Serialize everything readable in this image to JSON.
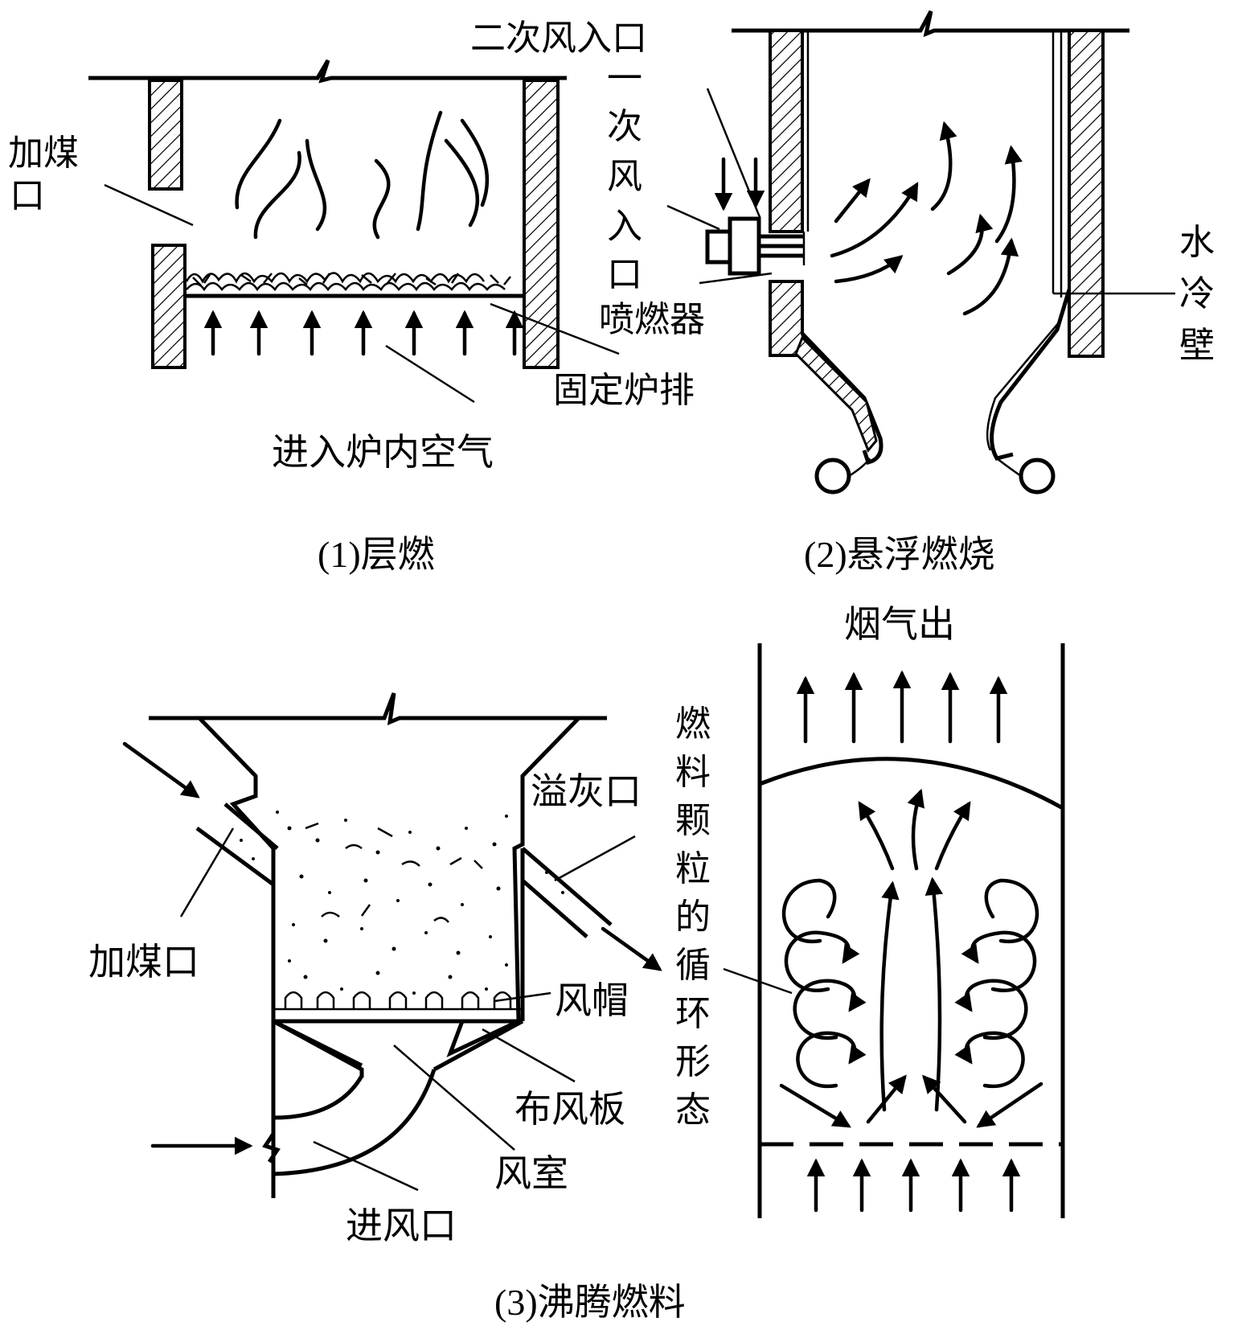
{
  "panel1": {
    "caption": "(1)层燃",
    "label_coal_inlet_line1": "加煤",
    "label_coal_inlet_line2": "口",
    "label_fixed_grate": "固定炉排",
    "label_air_in": "进入炉内空气"
  },
  "panel2": {
    "caption": "(2)悬浮燃烧",
    "label_secondary_air": "二次风入口",
    "label_primary_air": [
      "一",
      "次",
      "风",
      "入",
      "口"
    ],
    "label_burner": "喷燃器",
    "label_water_wall": [
      "水",
      "冷",
      "壁"
    ]
  },
  "panel3": {
    "caption": "(3)沸腾燃料",
    "label_coal_inlet": "加煤口",
    "label_ash_overflow": "溢灰口",
    "label_air_cap": "风帽",
    "label_distributor": "布风板",
    "label_plenum": "风室",
    "label_air_inlet": "进风口",
    "label_flue_gas_out": "烟气出",
    "label_circulation": [
      "燃",
      "料",
      "颗",
      "粒",
      "的",
      "循",
      "环",
      "形",
      "态"
    ]
  },
  "colors": {
    "ink": "#000000",
    "background": "#ffffff"
  }
}
